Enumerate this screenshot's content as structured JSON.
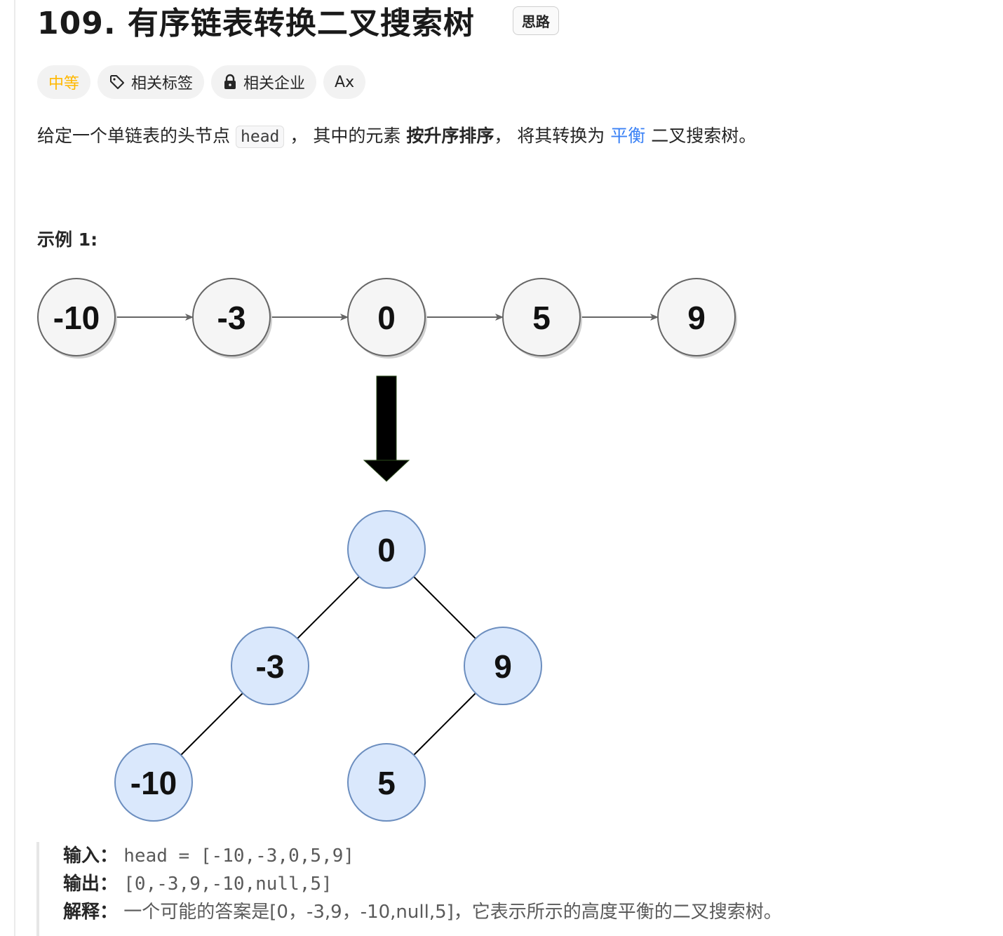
{
  "problem": {
    "title": "109. 有序链表转换二叉搜索树",
    "hint_badge": "思路"
  },
  "tags": {
    "difficulty": "中等",
    "related_topics": "相关标签",
    "related_companies": "相关企业",
    "translate_icon": "Ax"
  },
  "description": {
    "part1": "给定一个单链表的头节点",
    "code_head": "head",
    "part2": "， 其中的元素 ",
    "bold": "按升序排序",
    "part3": "， 将其转换为 ",
    "link": "平衡",
    "part4": " 二叉搜索树。"
  },
  "example": {
    "title": "示例 1:",
    "linked_list": [
      "-10",
      "-3",
      "0",
      "5",
      "9"
    ],
    "tree_nodes": [
      "0",
      "-3",
      "9",
      "-10",
      "5"
    ],
    "input_label": "输入：",
    "input_value": "head = [-10,-3,0,5,9]",
    "output_label": "输出：",
    "output_value": "[0,-3,9,-10,null,5]",
    "explain_label": "解释：",
    "explain_text": "一个可能的答案是[0，-3,9，-10,null,5]，它表示所示的高度平衡的二叉搜索树。"
  },
  "colors": {
    "difficulty": "#ffb800",
    "link": "#3b82f6",
    "tree_fill": "#dae8fc",
    "tree_stroke": "#6c8ebf",
    "list_fill": "#f5f5f5",
    "list_stroke": "#666666"
  }
}
